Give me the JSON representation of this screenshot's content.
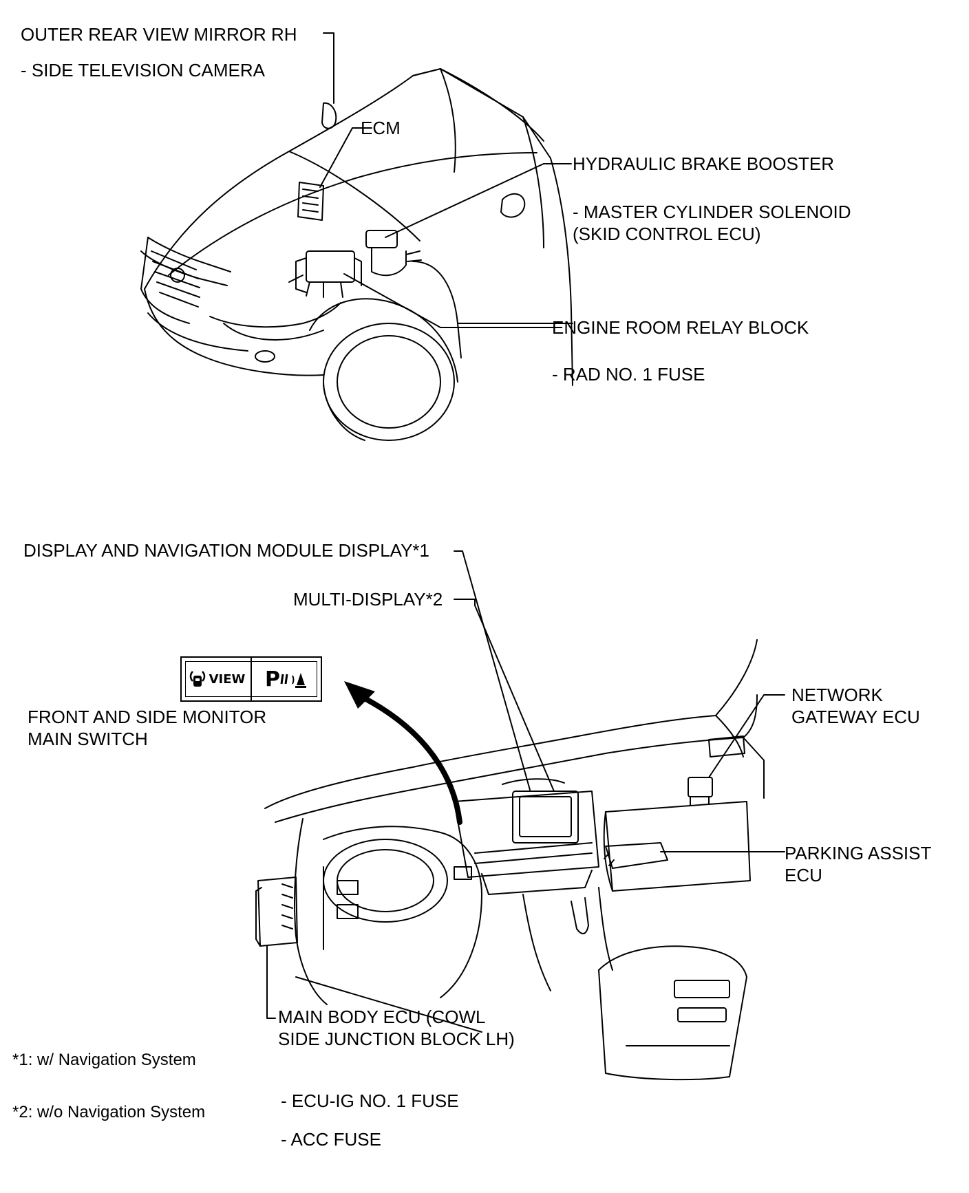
{
  "top_diagram": {
    "labels": {
      "mirror": "OUTER REAR VIEW MIRROR RH",
      "mirror_sub": "- SIDE TELEVISION CAMERA",
      "ecm": "ECM",
      "brake_booster": "HYDRAULIC BRAKE BOOSTER",
      "brake_sub1": "- MASTER CYLINDER SOLENOID",
      "brake_sub2": "(SKID CONTROL ECU)",
      "relay_block": "ENGINE ROOM RELAY BLOCK",
      "relay_sub": "- RAD NO. 1 FUSE"
    }
  },
  "bottom_diagram": {
    "labels": {
      "nav_display": "DISPLAY AND NAVIGATION MODULE DISPLAY*1",
      "multi_display": "MULTI-DISPLAY*2",
      "switch_line1": "FRONT AND SIDE MONITOR",
      "switch_line2": "MAIN SWITCH",
      "network_line1": "NETWORK",
      "network_line2": "GATEWAY ECU",
      "parking_line1": "PARKING ASSIST",
      "parking_line2": "ECU",
      "main_body_line1": "MAIN BODY ECU (COWL",
      "main_body_line2": "SIDE JUNCTION BLOCK LH)",
      "ecu_ig_fuse": "- ECU-IG NO. 1 FUSE",
      "acc_fuse": "- ACC FUSE"
    },
    "switch": {
      "view_label": "VIEW",
      "p_label": "P"
    }
  },
  "notes": {
    "note1": "*1: w/ Navigation System",
    "note2": "*2: w/o Navigation System"
  },
  "icons": [
    "camera-view-icon",
    "parking-sensor-icon",
    "curved-arrow-icon"
  ]
}
